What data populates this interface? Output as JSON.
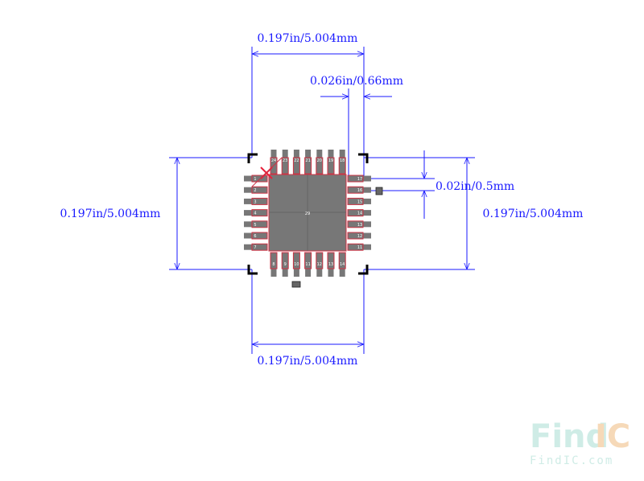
{
  "dimensions": {
    "top_width": "0.197in/5.004mm",
    "pad_length": "0.026in/0.66mm",
    "pitch": "0.02in/0.5mm",
    "left_height": "0.197in/5.004mm",
    "right_height": "0.197in/5.004mm",
    "bottom_width": "0.197in/5.004mm"
  },
  "package": {
    "center_pad_label": "29",
    "top_pin_labels": [
      "24",
      "23",
      "22",
      "21",
      "20",
      "19",
      "18"
    ],
    "bottom_pin_labels": [
      "8",
      "9",
      "10",
      "11",
      "12",
      "13",
      "14"
    ],
    "left_pin_labels": [
      "1",
      "2",
      "3",
      "4",
      "5",
      "6",
      "7"
    ],
    "right_pin_labels": [
      "17",
      "16",
      "15",
      "14",
      "13",
      "12",
      "11"
    ]
  },
  "watermark": {
    "brand_part1": "Find",
    "brand_part2": "IC",
    "url": "FindIC.com"
  },
  "colors": {
    "dimension": "#1a1aff",
    "body_fill": "#777777",
    "pad_outline": "#cc3344",
    "pin1_marker": "#e8203a",
    "corner_mark": "#000000",
    "watermark_find": "#cfece6",
    "watermark_ic": "#f6d9b8"
  }
}
